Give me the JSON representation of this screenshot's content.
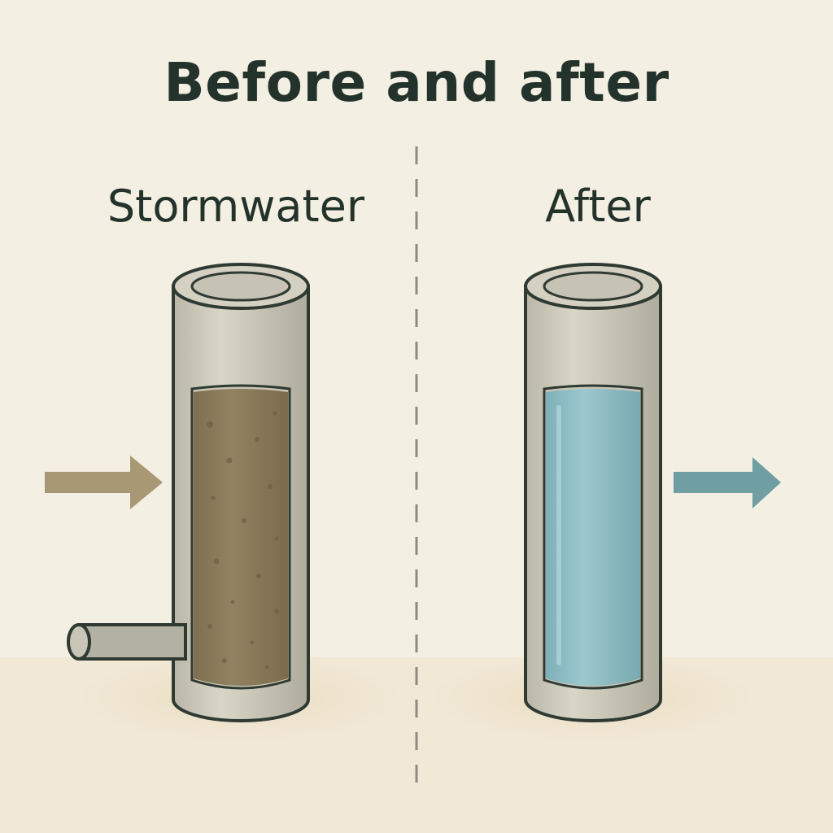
{
  "title": "Before and after",
  "panels": {
    "before": {
      "label": "Stormwater",
      "fill_color": "#8a7a57"
    },
    "after": {
      "label": "After",
      "fill_color": "#8fbcc4"
    }
  },
  "colors": {
    "background": "#f4efe3",
    "text": "#23332b",
    "pipe_stroke": "#2f3a33",
    "inflow_arrow": "#a89874",
    "outflow_arrow": "#6f9ea3",
    "divider": "#8b8b82"
  }
}
